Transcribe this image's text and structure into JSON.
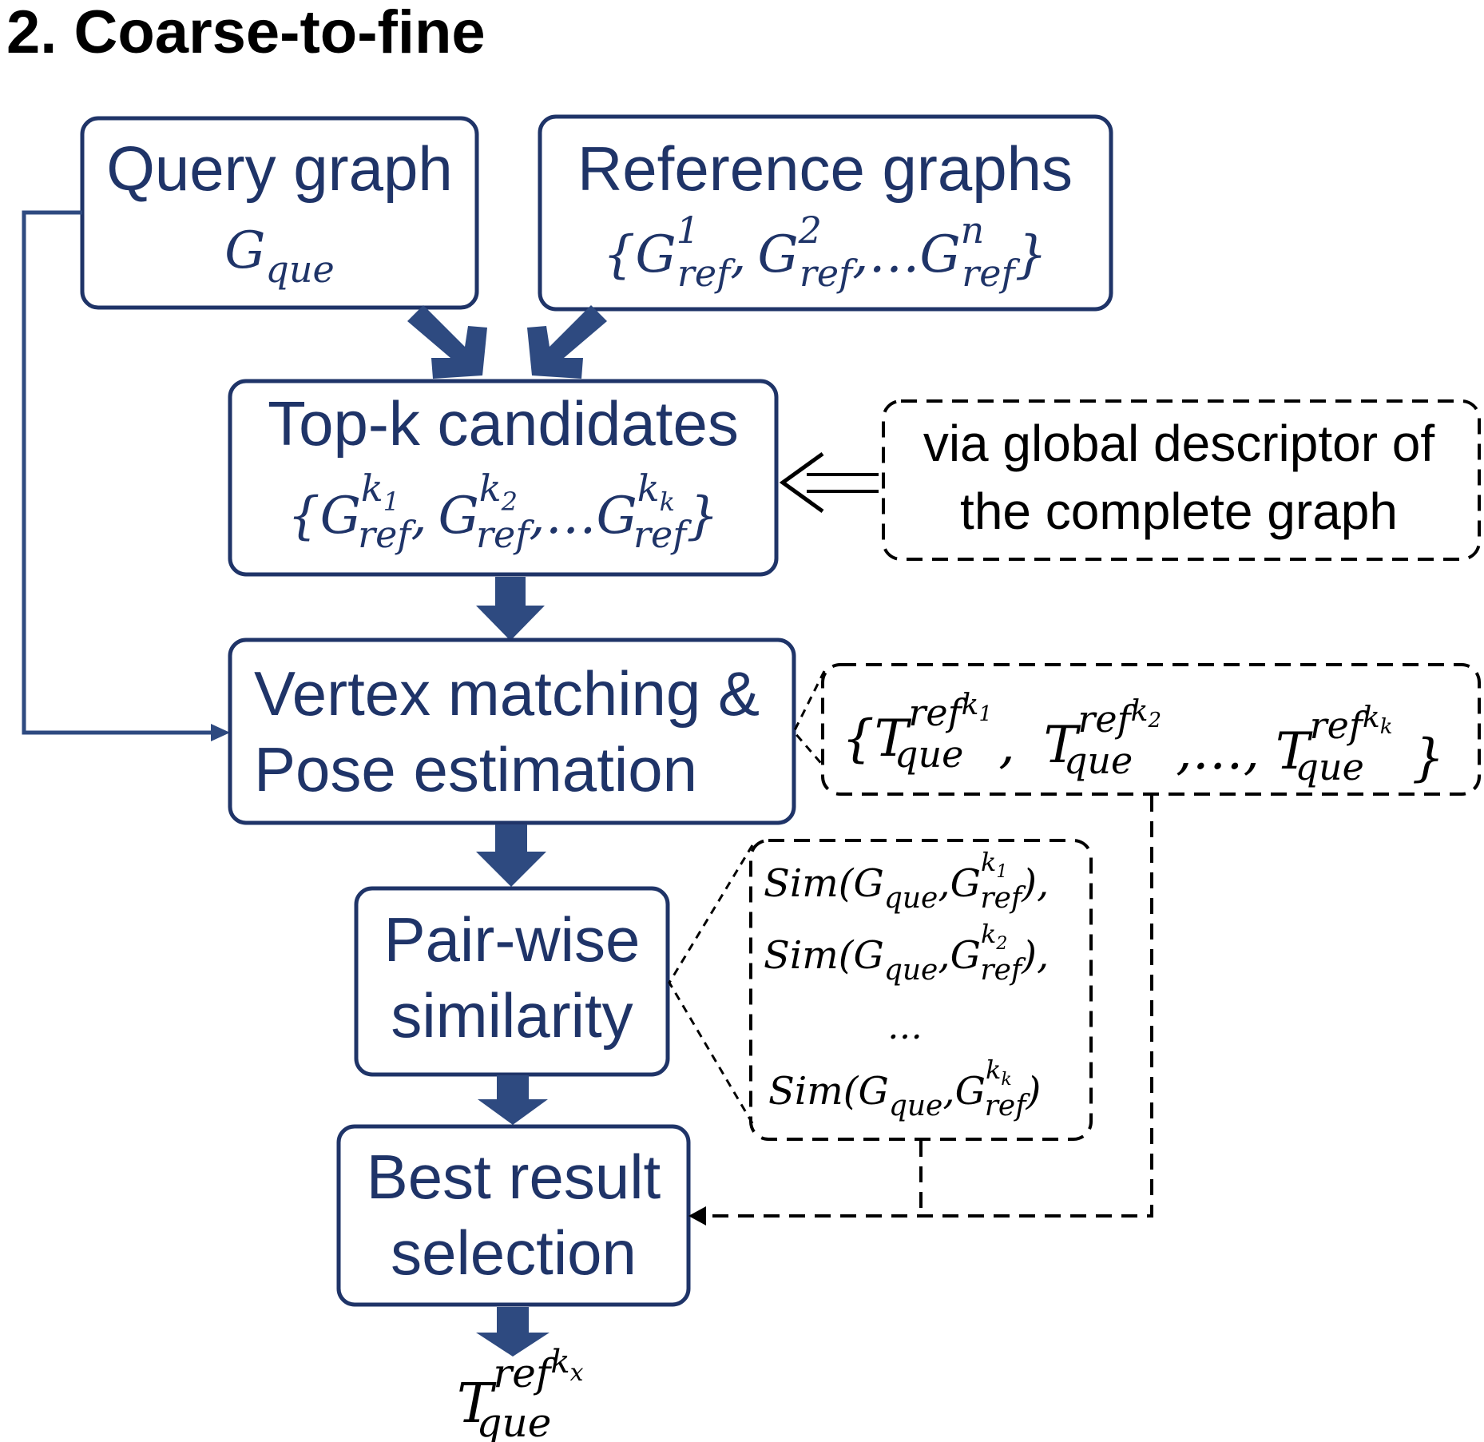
{
  "title": "2. Coarse-to-fine",
  "nodes": {
    "query": {
      "label": "Query graph",
      "symbol": "G",
      "subscript": "que"
    },
    "reference": {
      "label": "Reference  graphs"
    },
    "topk": {
      "label": "Top-k candidates"
    },
    "vertex": {
      "line1": "Vertex matching &",
      "line2": "Pose estimation"
    },
    "pairwise": {
      "line1": "Pair-wise",
      "line2": "similarity"
    },
    "best": {
      "line1": "Best result",
      "line2": "selection"
    }
  },
  "notes": {
    "global_descriptor": {
      "line1": "via global descriptor of",
      "line2": "the complete graph"
    }
  },
  "math": {
    "G": "G",
    "T": "T",
    "ref": "ref",
    "que": "que",
    "sim": "Sim",
    "sup_1": "1",
    "sup_2": "2",
    "sup_n": "n",
    "k": "k",
    "k_sub_1": "1",
    "k_sub_2": "2",
    "k_sub_k": "k",
    "k_sub_x": "x",
    "open_brace": "{",
    "close_brace": "}",
    "comma": ",",
    "ellipsis": "…",
    "open_paren": "(",
    "close_paren": ")",
    "close_paren_comma": "),",
    "vertical_dots": "…"
  },
  "colors": {
    "box_border": "#1F3468",
    "text": "#1F3468",
    "arrow": "#2E4A80",
    "dashed": "#000000"
  }
}
